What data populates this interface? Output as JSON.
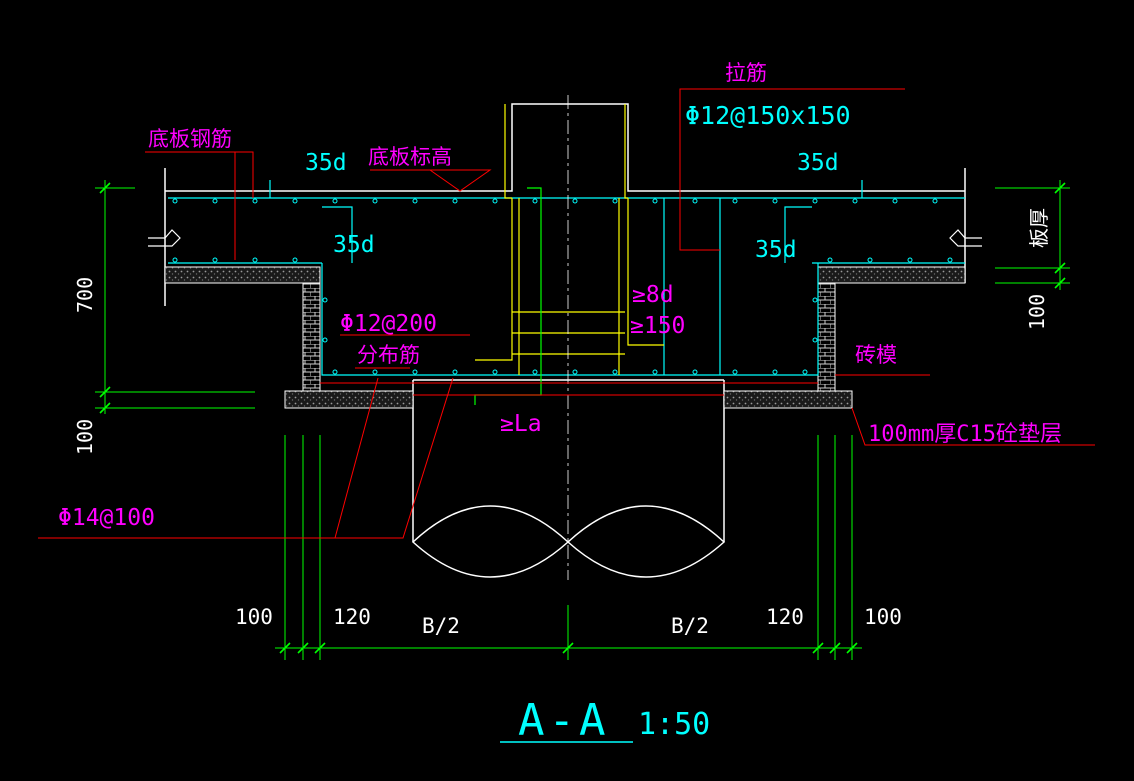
{
  "drawing": {
    "title": "A-A",
    "scale": "1:50",
    "labels": {
      "slab_rebar": "底板钢筋",
      "slab_elevation": "底板标高",
      "tie_bar_title": "拉筋",
      "tie_bar_spec": "Φ12@150x150",
      "anchor_left_top": "35d",
      "anchor_left_mid": "35d",
      "anchor_right_top": "35d",
      "anchor_right_mid": "35d",
      "min_8d": "≥8d",
      "min_150": "≥150",
      "distribution_spec": "Φ12@200",
      "distribution_label": "分布筋",
      "brick_formwork": "砖模",
      "cushion": "100mm厚C15砼垫层",
      "pile_rebar": "Φ14@100",
      "anchor_la": "≥La",
      "slab_thickness": "板厚",
      "dim_700": "700",
      "dim_100_left": "100",
      "dim_100_right": "100",
      "dim_b1": "100",
      "dim_b2": "120",
      "dim_b3": "B/2",
      "dim_b4": "B/2",
      "dim_b5": "120",
      "dim_b6": "100"
    },
    "colors": {
      "background": "#000000",
      "outline": "#ffffff",
      "rebar": "#00ffff",
      "dimension": "#00ff00",
      "leader": "#ff0000",
      "text": "#ff00ff",
      "bar_yellow": "#ffff00",
      "hatch": "#888888"
    }
  }
}
